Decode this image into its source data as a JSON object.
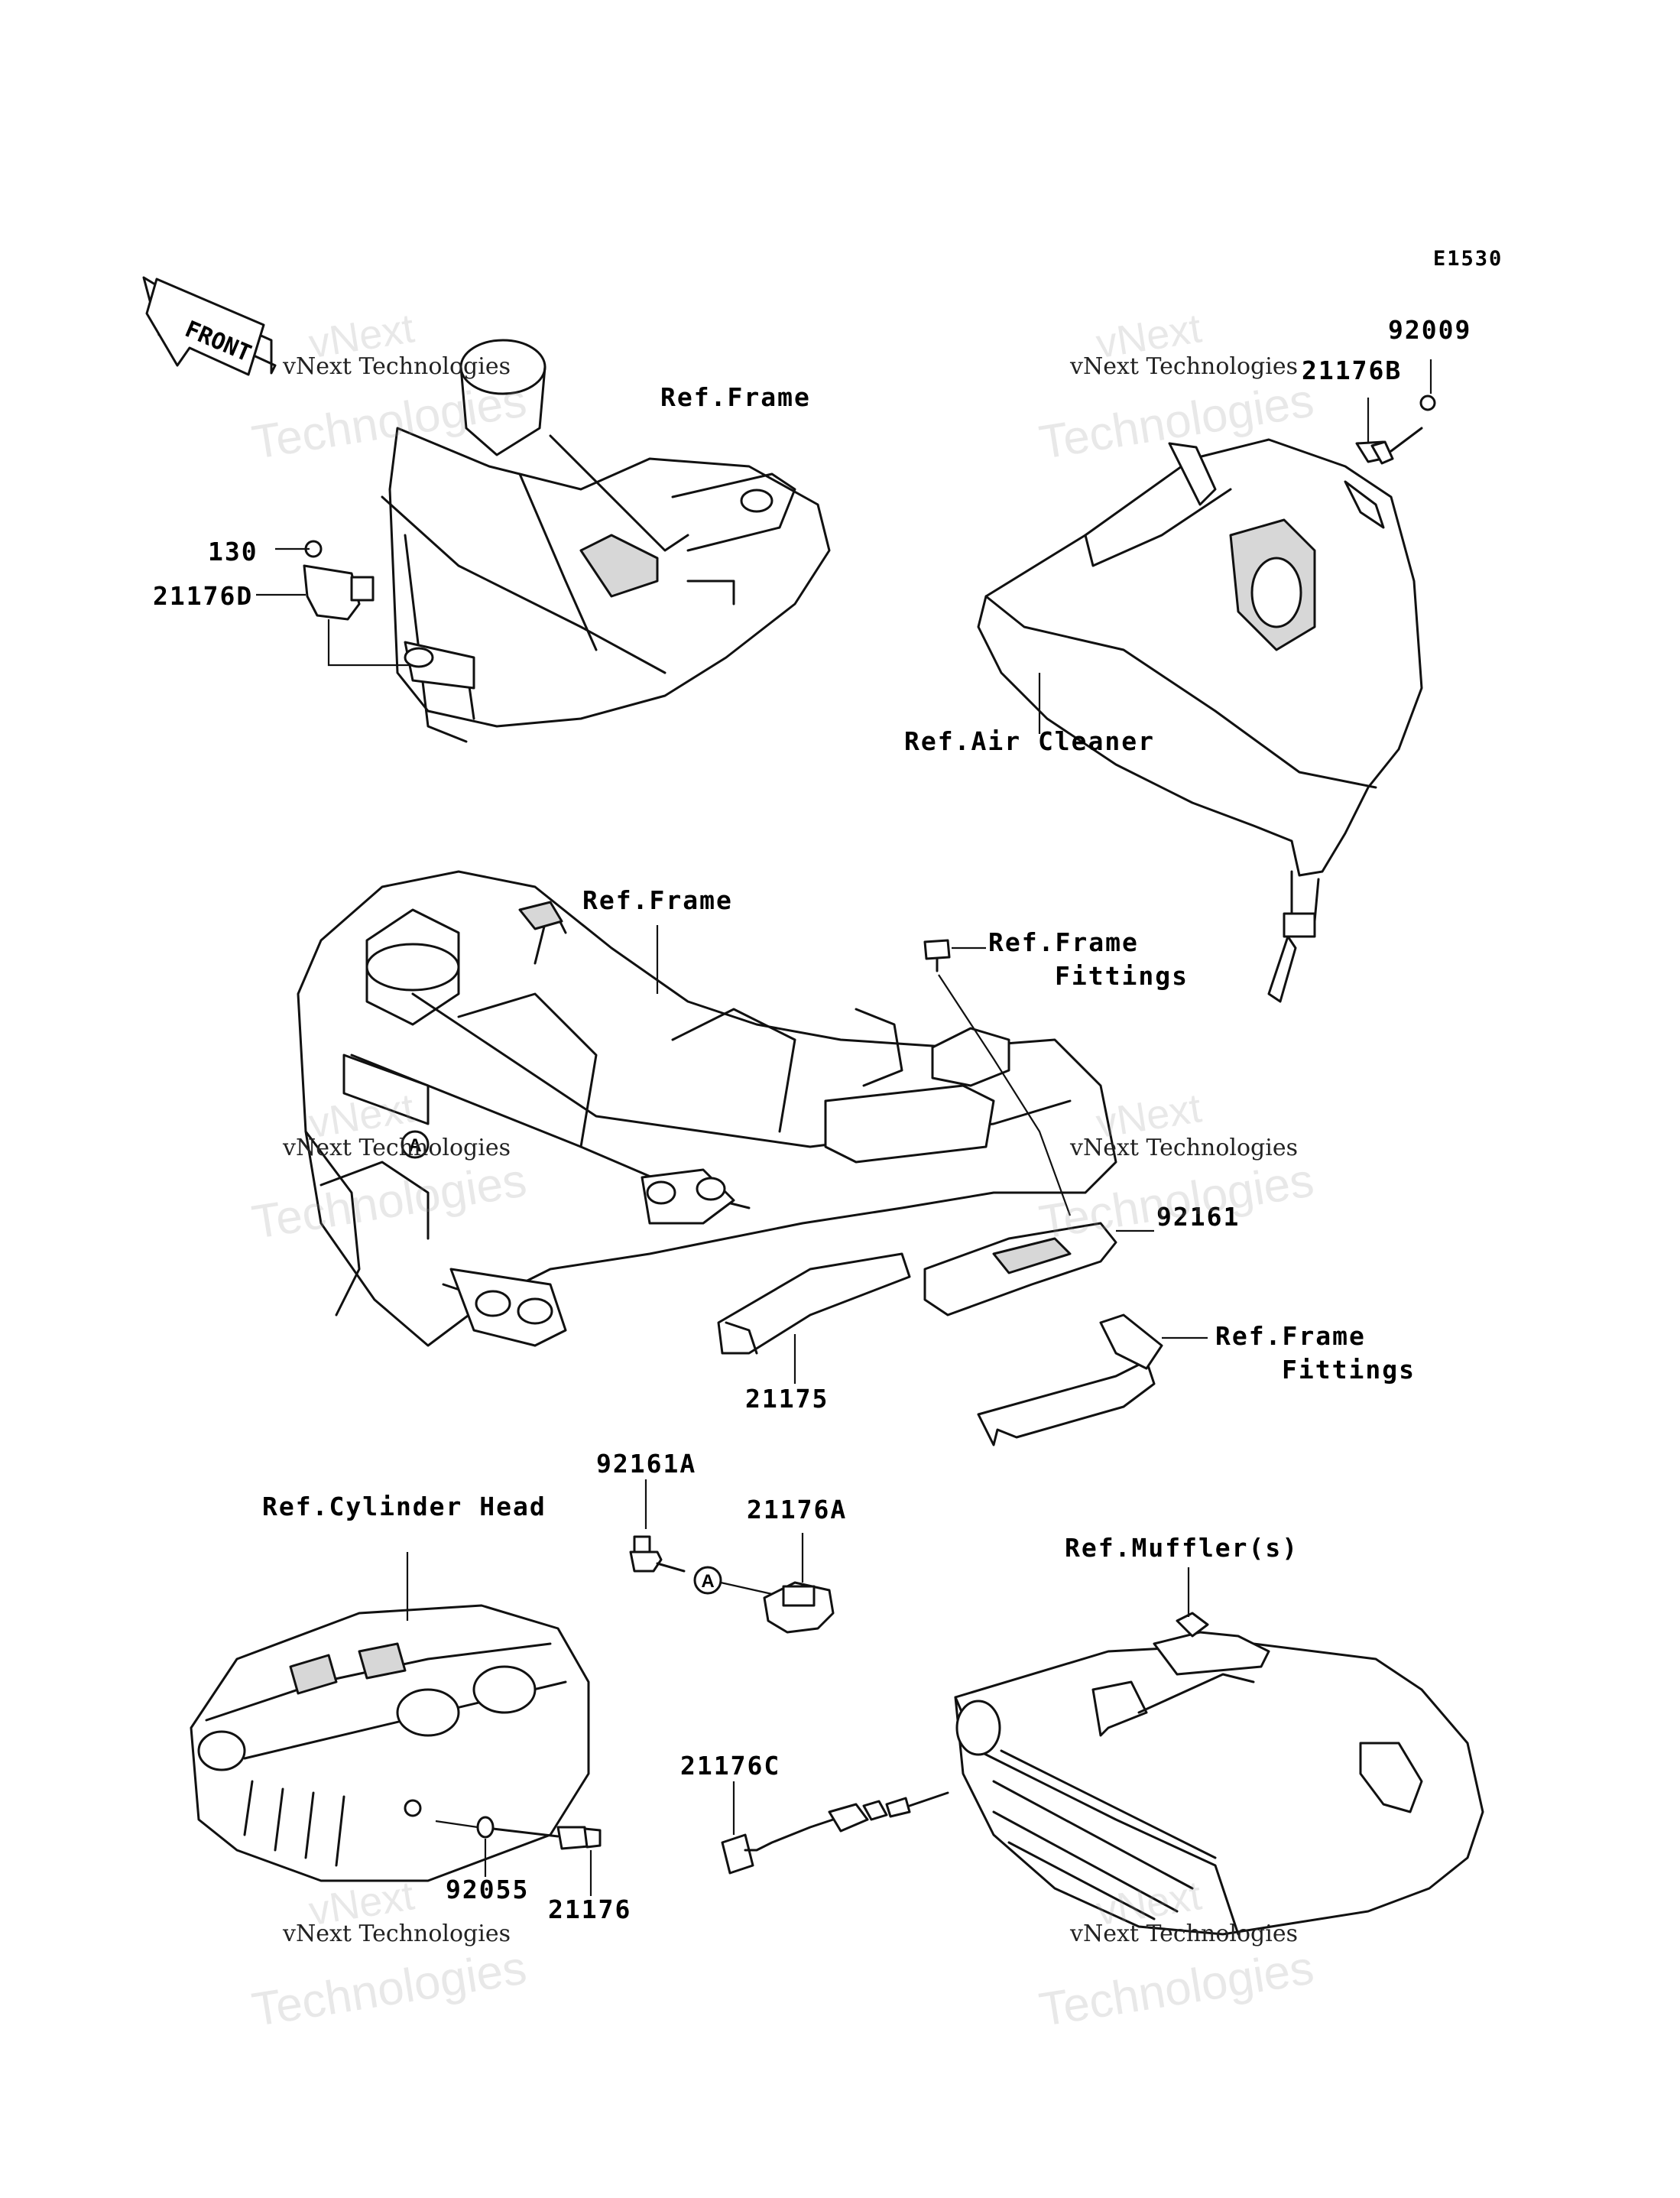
{
  "diagram": {
    "code": "E1530",
    "front_label": "FRONT",
    "circle_marker": "A",
    "watermark": {
      "line1": "vNext",
      "line2": "vNext Technologies",
      "line3": "Technologies"
    },
    "callouts": {
      "ref_frame_top": "Ref.Frame",
      "ref_frame_mid": "Ref.Frame",
      "ref_air_cleaner": "Ref.Air Cleaner",
      "ref_frame_fittings_1a": "Ref.Frame",
      "ref_frame_fittings_1b": "Fittings",
      "ref_frame_fittings_2a": "Ref.Frame",
      "ref_frame_fittings_2b": "Fittings",
      "ref_cylinder_head": "Ref.Cylinder Head",
      "ref_muffler": "Ref.Muffler(s)"
    },
    "parts": {
      "p92009": "92009",
      "p21176B": "21176B",
      "p130": "130",
      "p21176D": "21176D",
      "p92161": "92161",
      "p21175": "21175",
      "p92161A": "92161A",
      "p21176A": "21176A",
      "p21176C": "21176C",
      "p92055": "92055",
      "p21176": "21176"
    }
  }
}
